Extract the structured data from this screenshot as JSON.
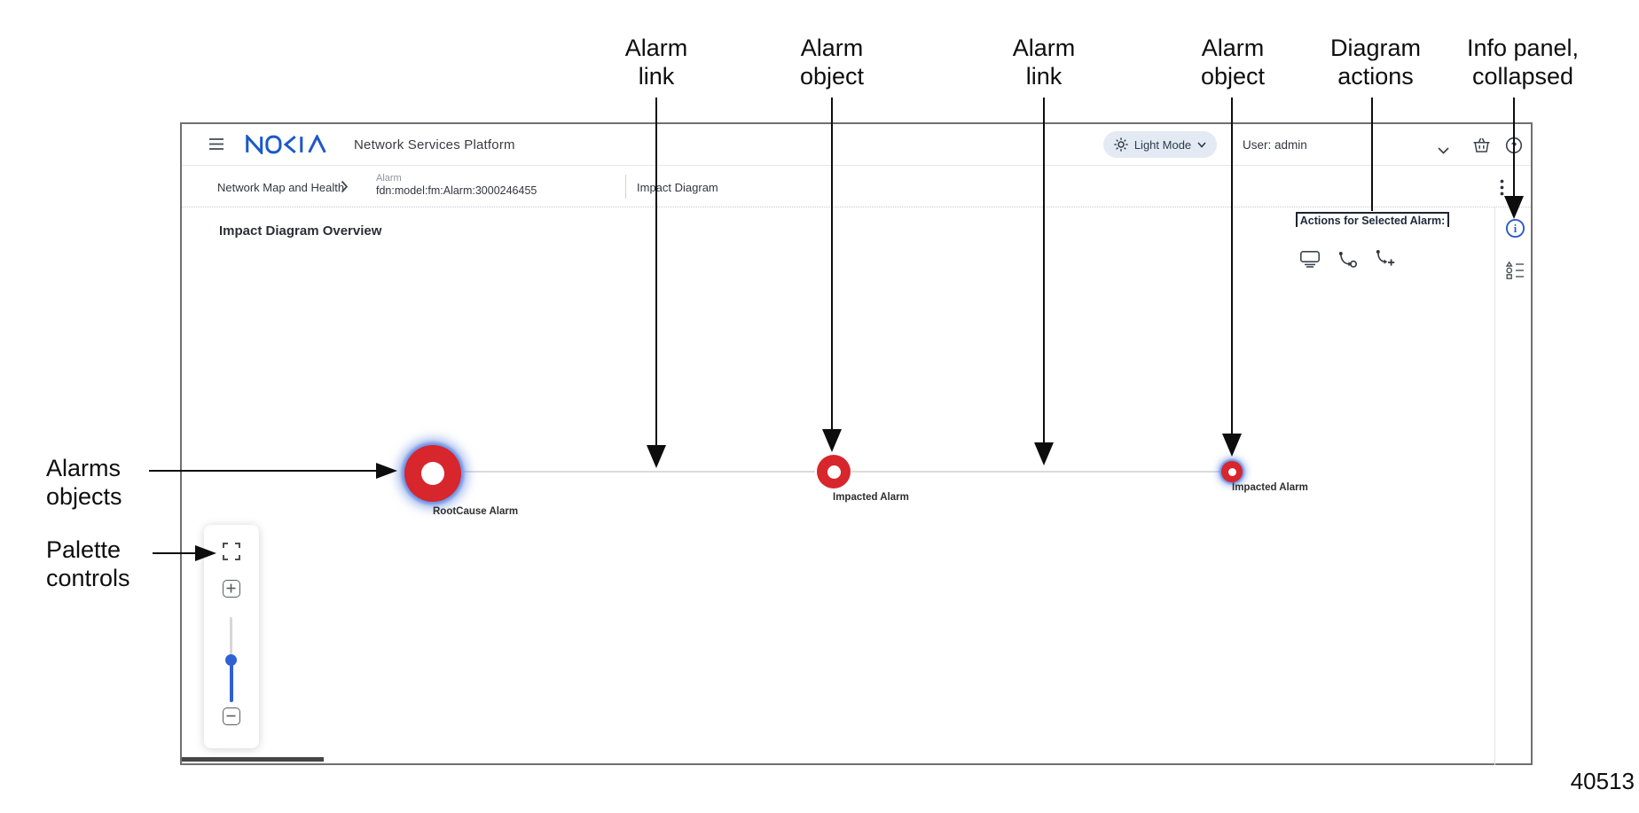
{
  "annotations": {
    "top": [
      {
        "text": "Alarm\nlink"
      },
      {
        "text": "Alarm\nobject"
      },
      {
        "text": "Alarm\nlink"
      },
      {
        "text": "Alarm\nobject"
      },
      {
        "text": "Diagram\nactions"
      },
      {
        "text": "Info panel,\ncollapsed"
      }
    ],
    "left": [
      {
        "text": "Alarms\nobjects"
      },
      {
        "text": "Palette\ncontrols"
      }
    ],
    "figure_number": "40513"
  },
  "header": {
    "logo": "NOKIA",
    "product": "Network Services Platform",
    "theme_toggle": "Light Mode",
    "user": "User: admin"
  },
  "breadcrumb": {
    "item1": "Network Map and Health",
    "item2_title": "Alarm",
    "item2_subtitle": "fdn:model:fm:Alarm:3000246455",
    "item3": "Impact Diagram"
  },
  "main": {
    "title": "Impact Diagram Overview",
    "actions_label": "Actions for Selected Alarm:",
    "nodes": [
      {
        "label": "RootCause Alarm"
      },
      {
        "label": "Impacted Alarm"
      },
      {
        "label": "Impacted Alarm"
      }
    ]
  },
  "colors": {
    "nokia_blue": "#1b59c8",
    "alarm_red": "#d7262c",
    "selection_halo": "#5b84e0",
    "info_blue": "#2c5bc7",
    "pill_background": "#e4eaf3"
  }
}
